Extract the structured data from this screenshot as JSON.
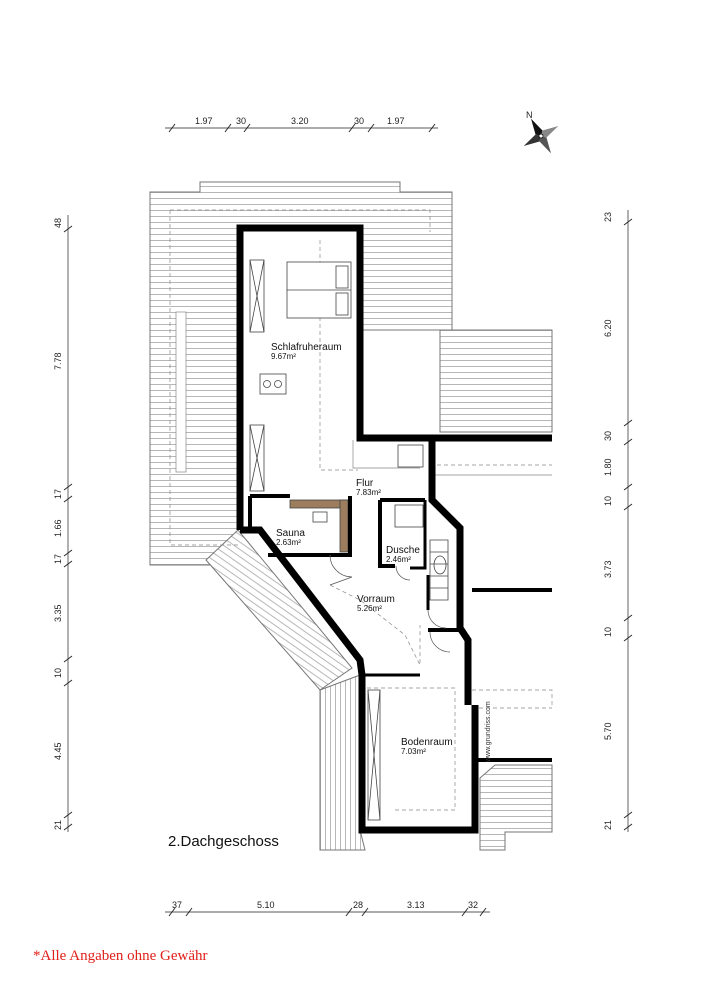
{
  "floor_title": "2.Dachgeschoss",
  "disclaimer": "*Alle Angaben ohne Gewähr",
  "watermark": "www.grundriss.com",
  "compass_label": "N",
  "rooms": [
    {
      "name": "Schlafruheraum",
      "area": "9.67m²"
    },
    {
      "name": "Flur",
      "area": "7.83m²"
    },
    {
      "name": "Sauna",
      "area": "2.63m²"
    },
    {
      "name": "Dusche",
      "area": "2.46m²"
    },
    {
      "name": "Vorraum",
      "area": "5.26m²"
    },
    {
      "name": "Bodenraum",
      "area": "7.03m²"
    }
  ],
  "dimensions": {
    "top": [
      "1.97",
      "30",
      "3.20",
      "30",
      "1.97"
    ],
    "bottom": [
      "37",
      "5.10",
      "28",
      "3.13",
      "32"
    ],
    "left": [
      "48",
      "7.78",
      "17",
      "1.66",
      "17",
      "3.35",
      "10",
      "4.45",
      "21"
    ],
    "right": [
      "23",
      "6.20",
      "30",
      "1.80",
      "10",
      "3.73",
      "10",
      "5.70",
      "21"
    ]
  },
  "colors": {
    "wall": "#000000",
    "line": "#555555",
    "disclaimer": "#e0201b"
  }
}
